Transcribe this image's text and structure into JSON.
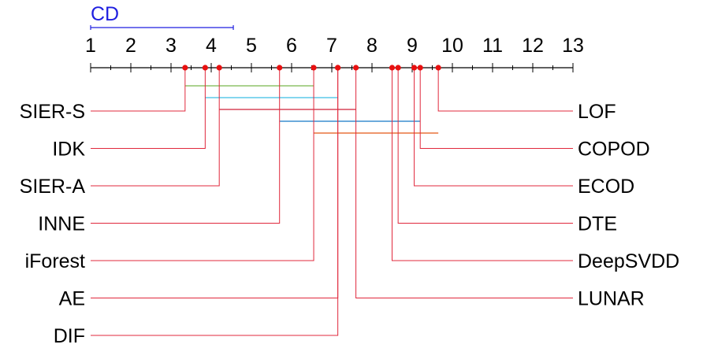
{
  "chart_data": {
    "type": "critical-difference-diagram",
    "axis": {
      "min": 1,
      "max": 13,
      "ticks": [
        "1",
        "2",
        "3",
        "4",
        "5",
        "6",
        "7",
        "8",
        "9",
        "10",
        "11",
        "12",
        "13"
      ]
    },
    "cd": {
      "label": "CD",
      "value": 3.55
    },
    "methods": [
      {
        "name": "SIER-S",
        "rank": 3.35,
        "side": "left"
      },
      {
        "name": "IDK",
        "rank": 3.85,
        "side": "left"
      },
      {
        "name": "SIER-A",
        "rank": 4.2,
        "side": "left"
      },
      {
        "name": "INNE",
        "rank": 5.7,
        "side": "left"
      },
      {
        "name": "iForest",
        "rank": 6.55,
        "side": "left"
      },
      {
        "name": "AE",
        "rank": 7.15,
        "side": "left"
      },
      {
        "name": "DIF",
        "rank": 7.15,
        "side": "left"
      },
      {
        "name": "LUNAR",
        "rank": 7.6,
        "side": "right"
      },
      {
        "name": "DeepSVDD",
        "rank": 8.5,
        "side": "right"
      },
      {
        "name": "DTE",
        "rank": 8.65,
        "side": "right"
      },
      {
        "name": "ECOD",
        "rank": 9.05,
        "side": "right"
      },
      {
        "name": "COPOD",
        "rank": 9.2,
        "side": "right"
      },
      {
        "name": "LOF",
        "rank": 9.65,
        "side": "right"
      }
    ],
    "cliques": [
      {
        "from": 3.35,
        "to": 6.55,
        "color": "#8fc46a"
      },
      {
        "from": 3.85,
        "to": 7.15,
        "color": "#5bc8e8"
      },
      {
        "from": 4.2,
        "to": 7.6,
        "color": "#d9475a"
      },
      {
        "from": 5.7,
        "to": 9.2,
        "color": "#3b8fd0"
      },
      {
        "from": 6.55,
        "to": 9.65,
        "color": "#e8743b"
      }
    ],
    "colors": {
      "connector": "#e0283c",
      "marker": "#e81010",
      "axis": "#000000",
      "cd": "#1f1fe0"
    }
  }
}
